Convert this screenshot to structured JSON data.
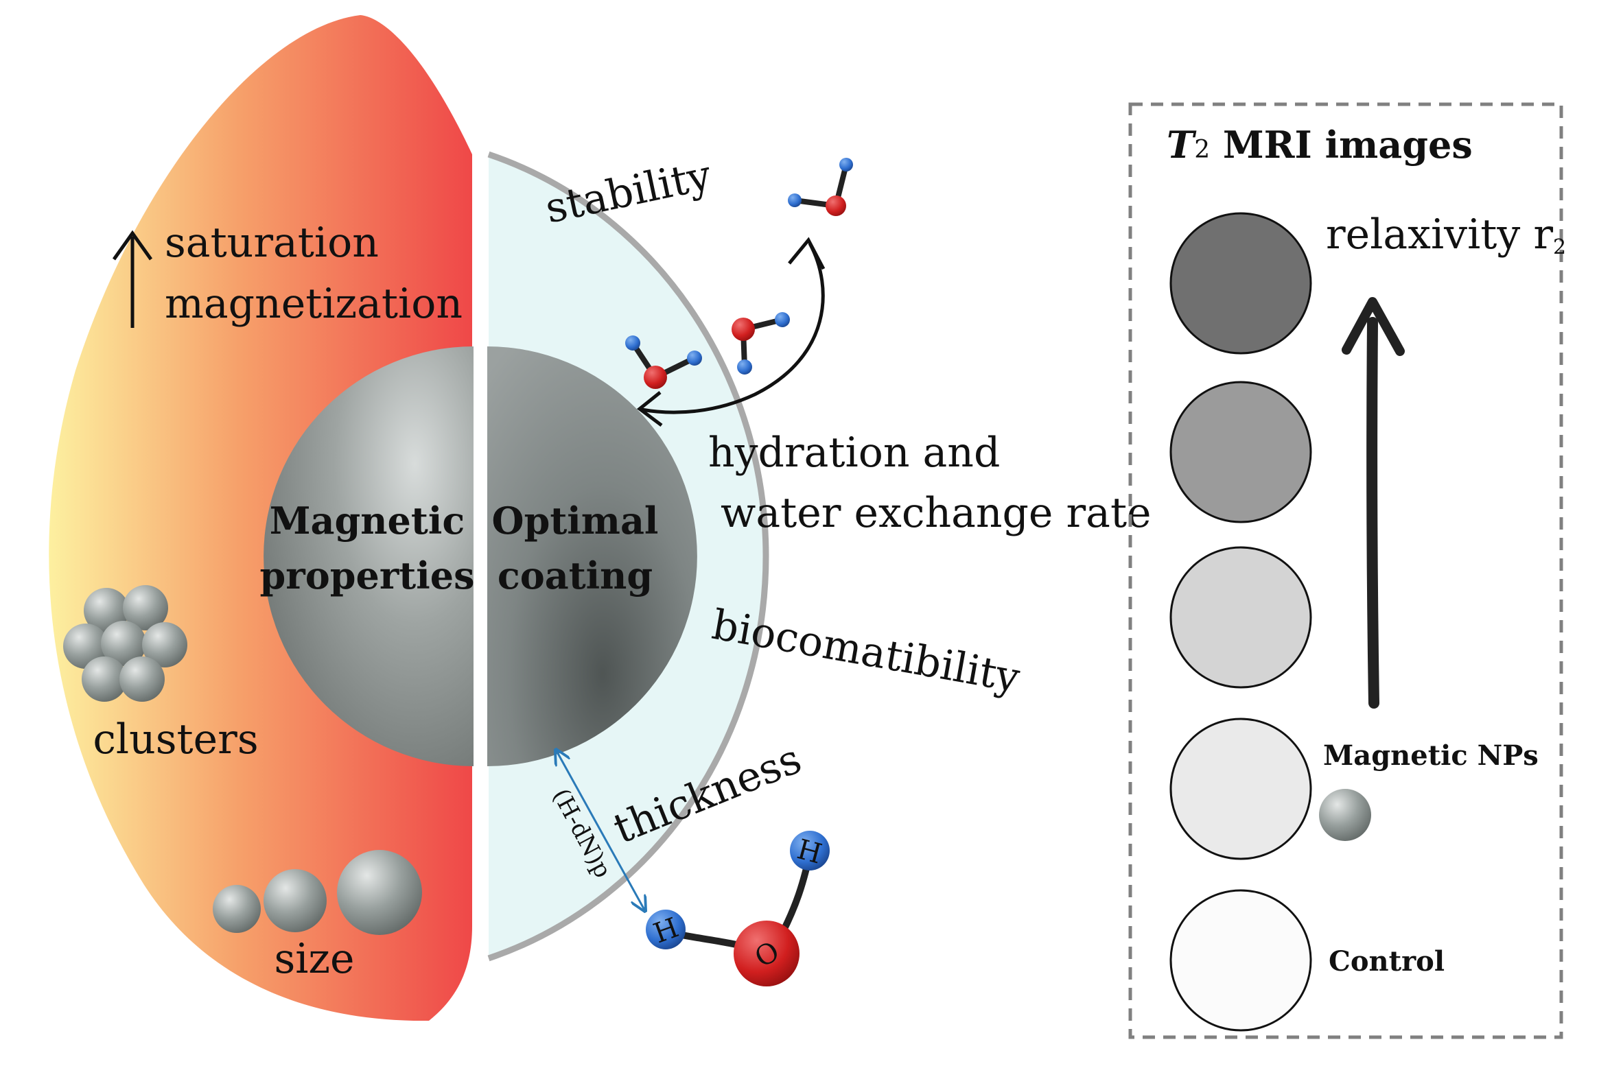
{
  "left_panel": {
    "saturation_line1": "saturation",
    "saturation_line2": "magnetization",
    "clusters_label": "clusters",
    "size_label": "size",
    "core_line1": "Magnetic",
    "core_line2": "properties"
  },
  "right_panel": {
    "core_line1": "Optimal",
    "core_line2": "coating",
    "stability_label": "stability",
    "hydration_line1": "hydration and",
    "hydration_line2": "water exchange rate",
    "biocompat_label": "biocomatibility",
    "thickness_label": "thickness",
    "distance_label": "(H-dN)p",
    "atom_h": "H",
    "atom_o": "O"
  },
  "mri_panel": {
    "title_italic": "T",
    "title_sub": "2",
    "title_rest": " MRI images",
    "relaxivity_label": "relaxivity r",
    "relaxivity_sub": "2",
    "nps_label": "Magnetic NPs",
    "control_label": "Control",
    "circle_colors": [
      "#707070",
      "#9b9b9b",
      "#d4d4d4",
      "#eaeaea",
      "#fbfbfb"
    ]
  },
  "colors": {
    "gradient_left": "#fdf0a0",
    "gradient_mid": "#f6a06a",
    "gradient_right": "#ef4848",
    "coating_fill": "#e6f6f6",
    "oxygen": "#d11f1f",
    "hydrogen": "#2f6fd0",
    "distance_arrow": "#2a7ab8"
  }
}
